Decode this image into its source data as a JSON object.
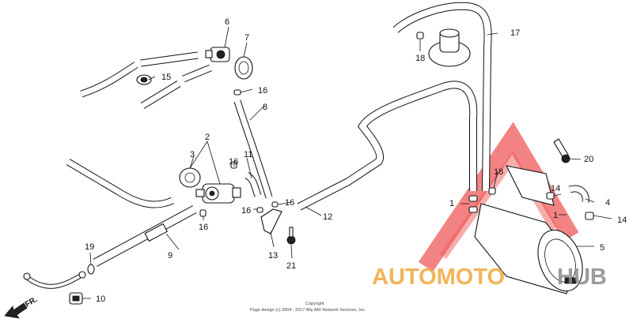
{
  "callouts": {
    "c1a": "1",
    "c1b": "1",
    "c2": "2",
    "c3": "3",
    "c4": "4",
    "c5": "5",
    "c6": "6",
    "c7": "7",
    "c8": "8",
    "c9": "9",
    "c10": "10",
    "c11": "11",
    "c12": "12",
    "c13": "13",
    "c14a": "14",
    "c14b": "14",
    "c15": "15",
    "c16a": "16",
    "c16b": "16",
    "c16c": "16",
    "c16d": "16",
    "c16e": "16",
    "c17": "17",
    "c18a": "18",
    "c18b": "18",
    "c19": "19",
    "c20": "20",
    "c21": "21"
  },
  "direction_label": "FR.",
  "footer": {
    "line1": "Copyright",
    "line2": "Page design (c) 2004 - 2017 Ally ARI Network Services, Inc."
  },
  "watermark": {
    "part1": "AUTOMOTO",
    "part2": "HUB",
    "colors": {
      "triangle": "#ef5a5a",
      "text_orange": "#f0a83a",
      "text_gray": "#8a8a8a"
    }
  }
}
